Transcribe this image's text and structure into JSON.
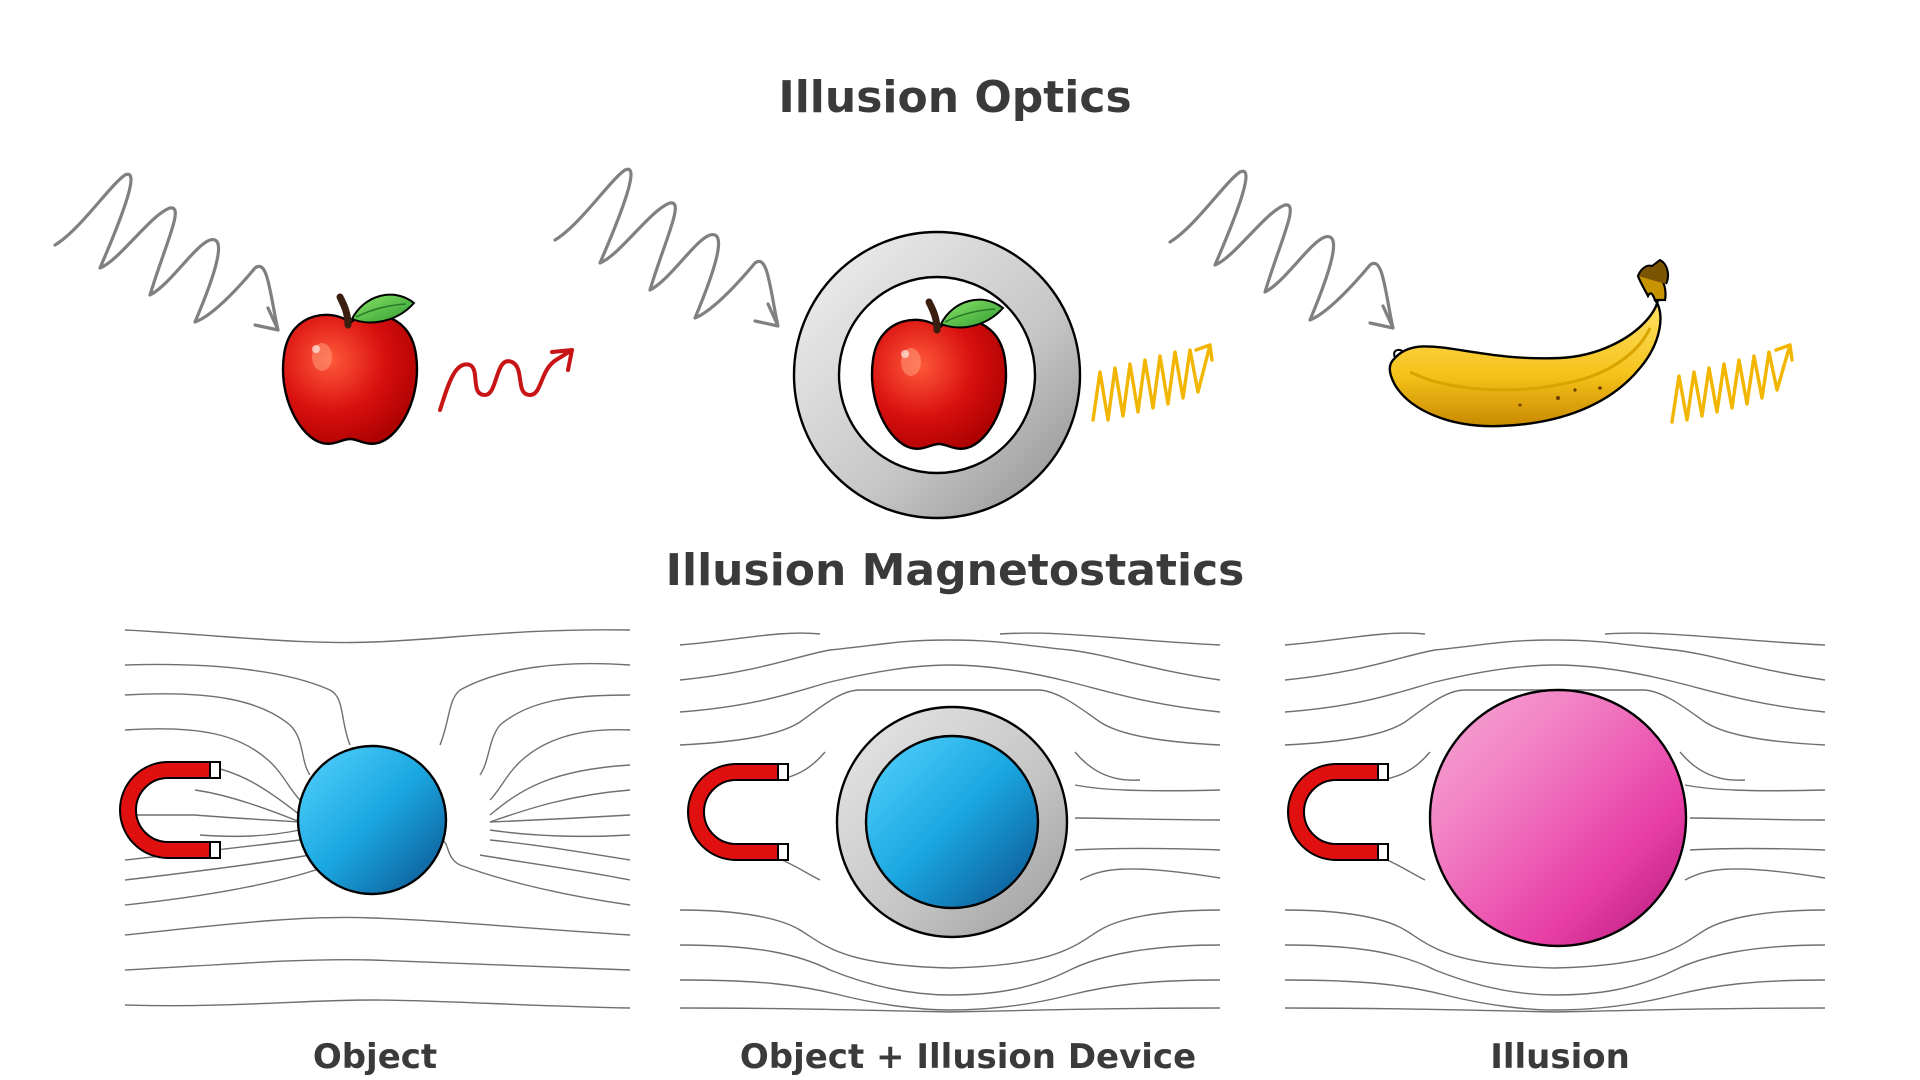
{
  "optics": {
    "title": "Illusion Optics",
    "panels": [
      {
        "object": "apple",
        "device": "none",
        "scattered_wave_color": "#c81414"
      },
      {
        "object": "apple",
        "device": "illusion-ring",
        "scattered_wave_color": "#f2b600"
      },
      {
        "object": "banana",
        "device": "none",
        "scattered_wave_color": "#f2b600"
      }
    ]
  },
  "magnetostatics": {
    "title": "Illusion Magnetostatics",
    "panels": [
      {
        "caption": "Object",
        "sphere": "blue-sphere",
        "device": "none"
      },
      {
        "caption": "Object + Illusion Device",
        "sphere": "blue-sphere",
        "device": "gray-shell"
      },
      {
        "caption": "Illusion",
        "sphere": "pink-sphere",
        "device": "none"
      }
    ]
  },
  "colors": {
    "text": "#3a3a3a",
    "magnet": "#e01010",
    "incident_wave": "#808080",
    "object_sphere": "#1aa7e0",
    "illusion_sphere": "#e94aa9",
    "shell": "#cfcfcf"
  }
}
